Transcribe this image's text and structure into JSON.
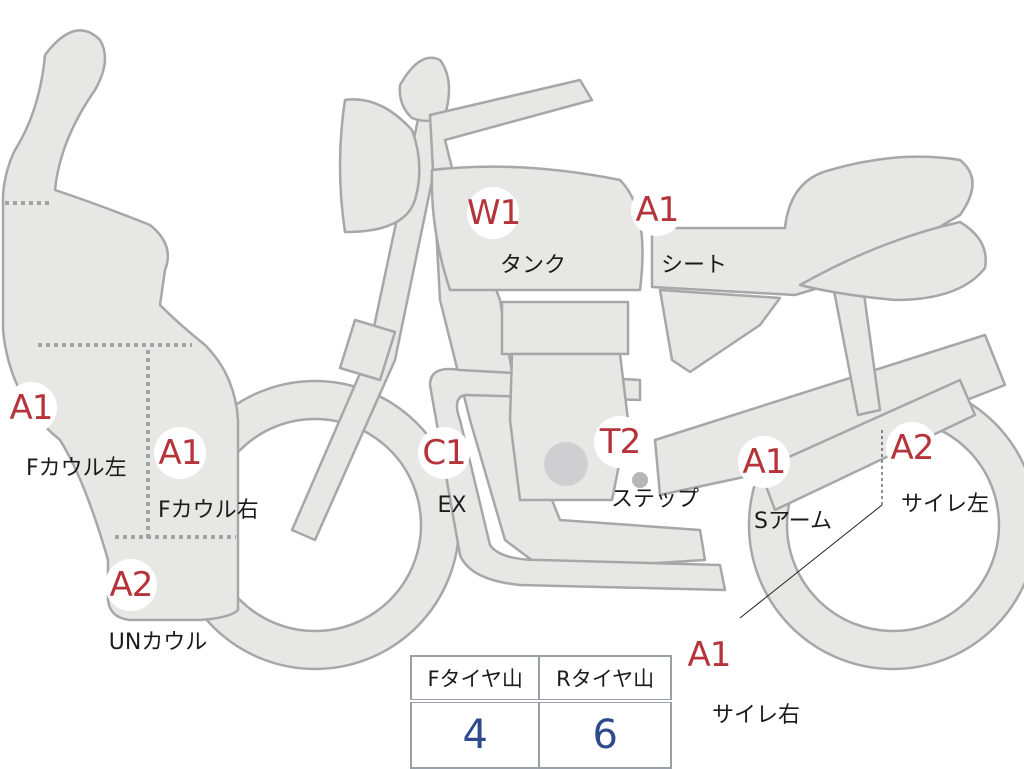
{
  "badges": {
    "w1_tank": "W1",
    "a1_seat": "A1",
    "a1_fcowl_left": "A1",
    "a1_fcowl_right": "A1",
    "c1_ex": "C1",
    "t2_step": "T2",
    "a1_swingarm": "A1",
    "a2_sideframe_left": "A2",
    "a2_under_cowl": "A2",
    "a1_sideframe_right": "A1"
  },
  "labels": {
    "tank": "タンク",
    "seat": "シート",
    "fcowl_left": "Fカウル左",
    "fcowl_right": "Fカウル右",
    "ex": "EX",
    "step": "ステップ",
    "swingarm": "Sアーム",
    "sideframe_left": "サイレ左",
    "under_cowl": "UNカウル",
    "sideframe_right": "サイレ右"
  },
  "tire_tread": {
    "front_header": "Fタイヤ山",
    "rear_header": "Rタイヤ山",
    "front_value": "4",
    "rear_value": "6"
  },
  "colors": {
    "badge_text": "#b5343b",
    "value_text": "#2f4a8c",
    "part_fill": "#e7e7e5",
    "part_stroke": "#a7a7a9"
  }
}
